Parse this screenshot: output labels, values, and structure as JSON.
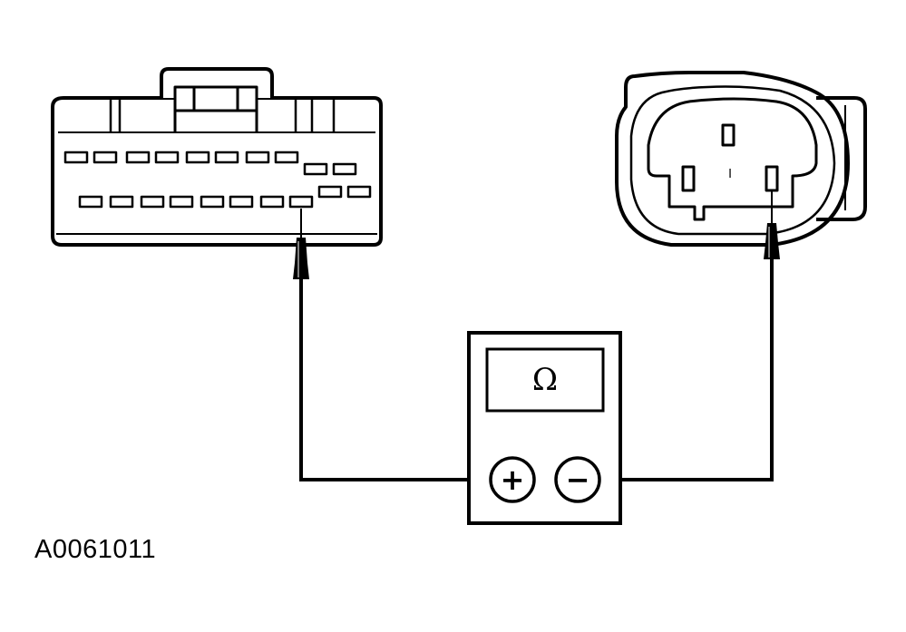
{
  "diagram": {
    "meter_display_symbol": "Ω",
    "positive_terminal_symbol": "+",
    "negative_terminal_symbol": "−",
    "sensor_pin_marking": "I",
    "figure_id": "A0061011"
  },
  "colors": {
    "ink": "#000000",
    "paper": "#ffffff"
  }
}
